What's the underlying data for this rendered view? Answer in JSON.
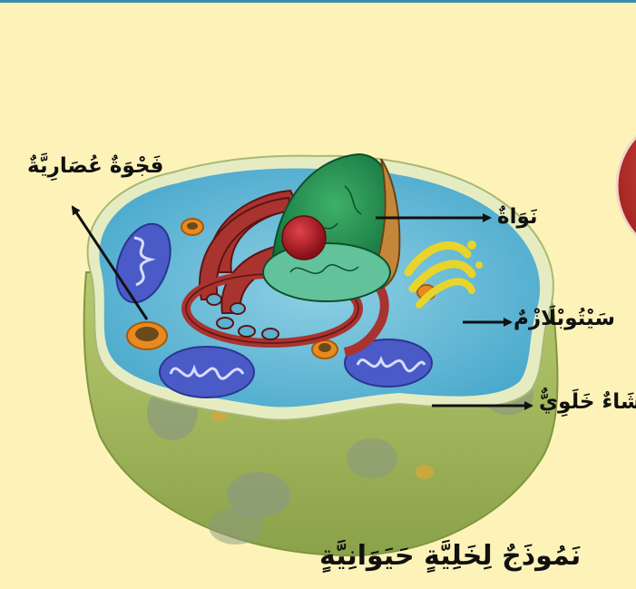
{
  "labels": {
    "vacuole": "فَجْوَةٌ عُصَارِيَّةٌ",
    "nucleus": "نَوَاةٌ",
    "cytoplasm": "سَيْتُوبْلَازْمٌ",
    "membrane": "غِشَاءٌ خَلَوِيٌّ"
  },
  "caption": "نَمُوذَجٌ لِخَلِيَّةٍ حَيَوَانِيَّةٍ",
  "colors": {
    "background": "#fdf3b8",
    "cytoplasm": "#62b9d6",
    "cell_wall": "#9bb45a",
    "nucleus": "#1f8a4c",
    "nucleolus": "#a3161e",
    "er": "#9b2f2c",
    "golgi": "#e8d42a",
    "mitochondria": "#3e4fb5",
    "vacuole": "#e88a1e",
    "accent_sphere": "#c9312c"
  }
}
